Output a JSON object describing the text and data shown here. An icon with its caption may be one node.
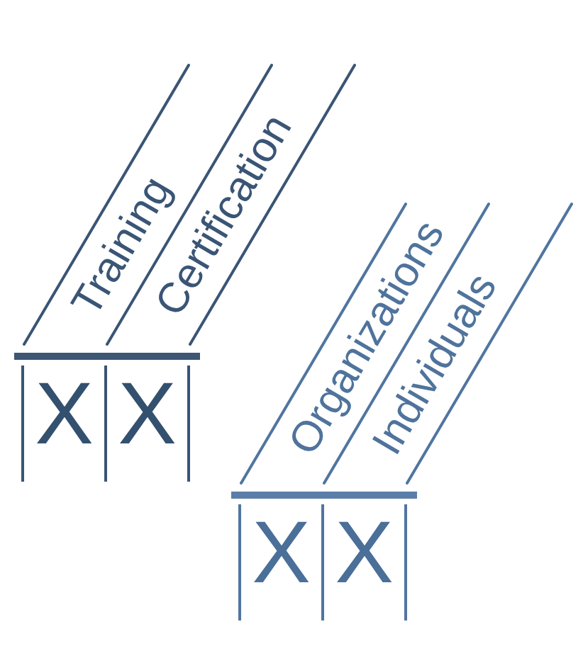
{
  "diagram": {
    "labels": [
      "Training",
      "Certification",
      "X",
      "X",
      "Organizations",
      "Individuals",
      "X",
      "X"
    ]
  }
}
